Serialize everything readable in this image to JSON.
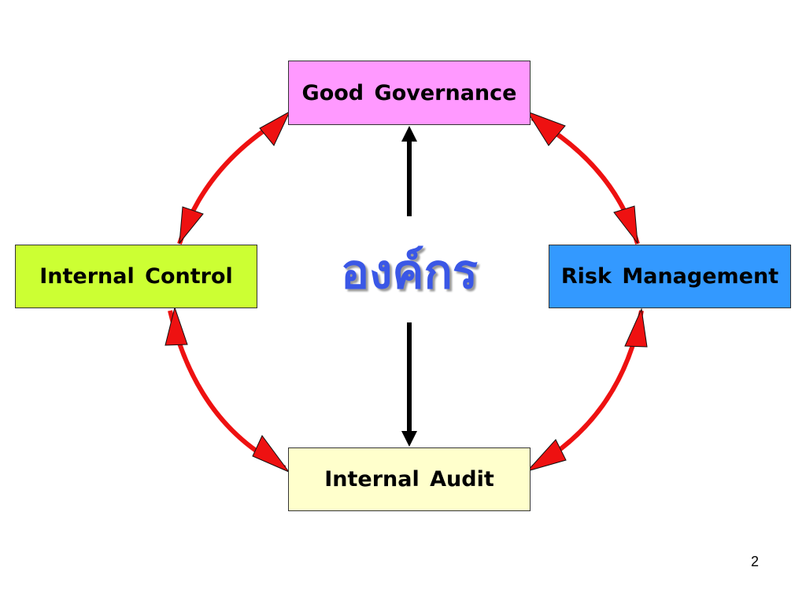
{
  "nodes": {
    "governance": {
      "label": "Good  Governance",
      "fill": "#ff99ff"
    },
    "control": {
      "label": "Internal Control",
      "fill": "#ccff33"
    },
    "risk": {
      "label": "Risk Management",
      "fill": "#3399ff"
    },
    "audit": {
      "label": "Internal Audit",
      "fill": "#ffffcc"
    }
  },
  "center_title": "องค์กร",
  "slide_number": "2",
  "colors": {
    "cycle_arrow": "#ee1111",
    "center_arrow": "#000000",
    "center_title": "#3a57e6"
  }
}
